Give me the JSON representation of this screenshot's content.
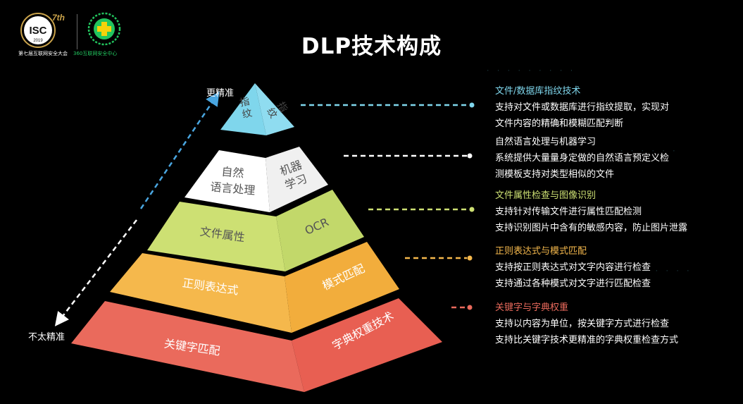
{
  "title": "DLP技术构成",
  "logos": {
    "isc_text": "第七届互联网安全大会",
    "isc_mark": "ISC",
    "isc_year": "2019",
    "isc_seventh": "7th",
    "brand_text": "360互联网安全中心"
  },
  "axis": {
    "top_label": "更精准",
    "bottom_label": "不太精准"
  },
  "pyramid": {
    "levels": [
      {
        "left": "指纹",
        "right": "指纹",
        "color": "#7fd6ec"
      },
      {
        "left": "自然语言处理",
        "right": "机器学习",
        "color": "#ffffff"
      },
      {
        "left": "文件属性",
        "right": "OCR",
        "color": "#cde073"
      },
      {
        "left": "正则表达式",
        "right": "模式匹配",
        "color": "#f5b84c"
      },
      {
        "left": "关键字匹配",
        "right": "字典权重技术",
        "color": "#ea6a5c"
      }
    ]
  },
  "descriptions": [
    {
      "heading": "文件/数据库指纹技术",
      "heading_color": "#7fd6ec",
      "lines": [
        "支持对文件或数据库进行指纹提取，实现对",
        "文件内容的精确和模糊匹配判断"
      ]
    },
    {
      "heading": "自然语言处理与机器学习",
      "heading_color": "#ffffff",
      "lines": [
        "系统提供大量量身定做的自然语言预定义检",
        "测模板支持对类型相似的文件"
      ]
    },
    {
      "heading": "文件属性检查与图像识别",
      "heading_color": "#cde073",
      "lines": [
        "支持针对传输文件进行属性匹配检测",
        "支持识别图片中含有的敏感内容，防止图片泄露"
      ]
    },
    {
      "heading": "正则表达式与模式匹配",
      "heading_color": "#f5b84c",
      "lines": [
        "支持按正则表达式对文字内容进行检查",
        "支持通过各种模式对文字进行匹配检查"
      ]
    },
    {
      "heading": "关键字与字典权重",
      "heading_color": "#ea6a5c",
      "lines": [
        "支持以内容为单位，按关键字方式进行检查",
        "支持比关键字技术更精准的字典权重检查方式"
      ]
    }
  ]
}
